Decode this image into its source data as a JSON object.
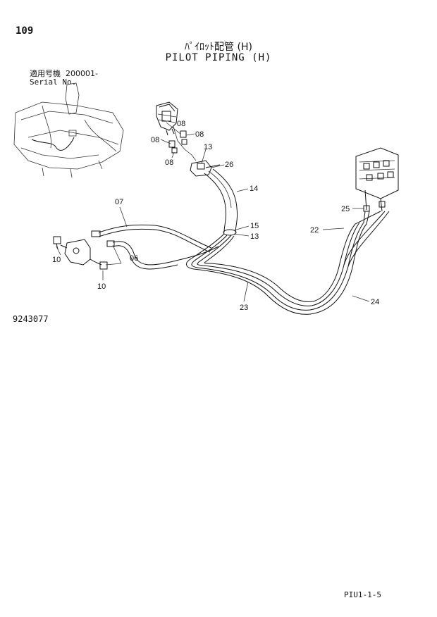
{
  "page_number": "109",
  "title_jp": "ﾊﾟｲﾛｯﾄ配管 (H)",
  "title_en": "PILOT PIPING (H)",
  "serial": {
    "label_jp": "適用号機",
    "value": "200001-",
    "label_en": "Serial No."
  },
  "drawing_number": "9243077",
  "footer_code": "PIU1-1-5",
  "callouts": [
    "08",
    "08",
    "08",
    "08",
    "13",
    "26",
    "14",
    "07",
    "15",
    "13",
    "10",
    "06",
    "10",
    "23",
    "22",
    "25",
    "24"
  ]
}
